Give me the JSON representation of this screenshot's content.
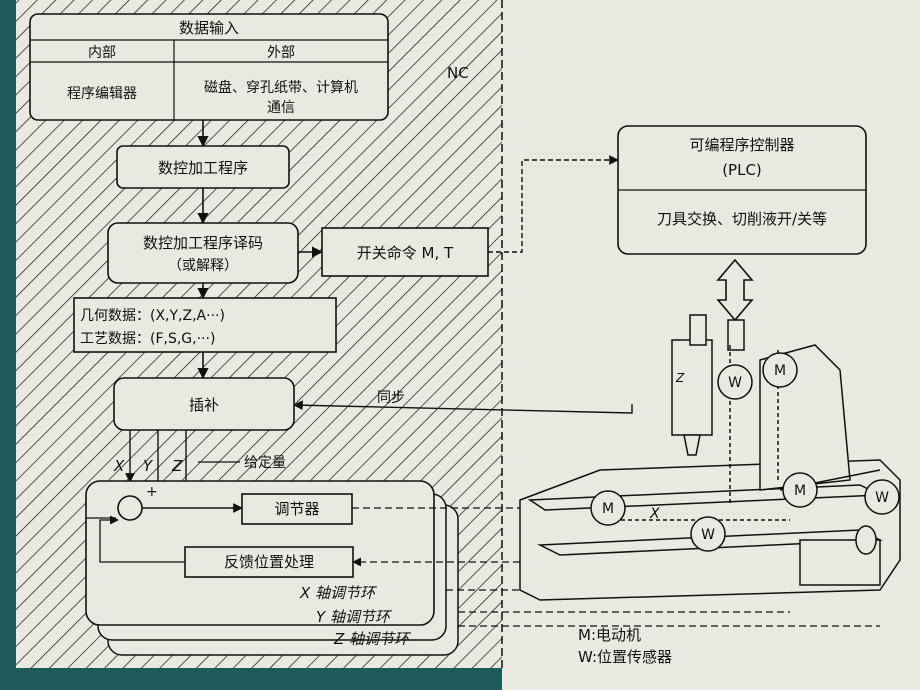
{
  "colors": {
    "background": "#1f5a5a",
    "paper": "#e9e9e2",
    "ink": "#111111"
  },
  "nc_label": "NC",
  "data_input": {
    "title": "数据输入",
    "internal": "内部",
    "external": "外部",
    "internal_item": "程序编辑器",
    "external_item_1": "磁盘、穿孔纸带、计算机",
    "external_item_2": "通信"
  },
  "nc_program": "数控加工程序",
  "decode": {
    "line1": "数控加工程序译码",
    "line2": "（或解释）"
  },
  "switch_cmd": "开关命令 M, T",
  "geo_data": "几何数据：(X,Y,Z,A···)",
  "proc_data": "工艺数据：(F,S,G,···)",
  "interpolation": "插补",
  "sync": "同步",
  "axes": {
    "x": "X",
    "y": "Y",
    "z": "Z"
  },
  "setpoint": "给定量",
  "regulator": "调节器",
  "feedback": "反馈位置处理",
  "loops": {
    "x": "X 轴调节环",
    "y": "Y 轴调节环",
    "z": "Z 轴调节环"
  },
  "plc": {
    "title": "可编程序控制器",
    "sub": "(PLC)",
    "items": "刀具交换、切削液开/关等"
  },
  "legend": {
    "m": "M:电动机",
    "w": "W:位置传感器"
  },
  "machine": {
    "m": "M",
    "w": "W",
    "x": "X",
    "z": "Z"
  }
}
